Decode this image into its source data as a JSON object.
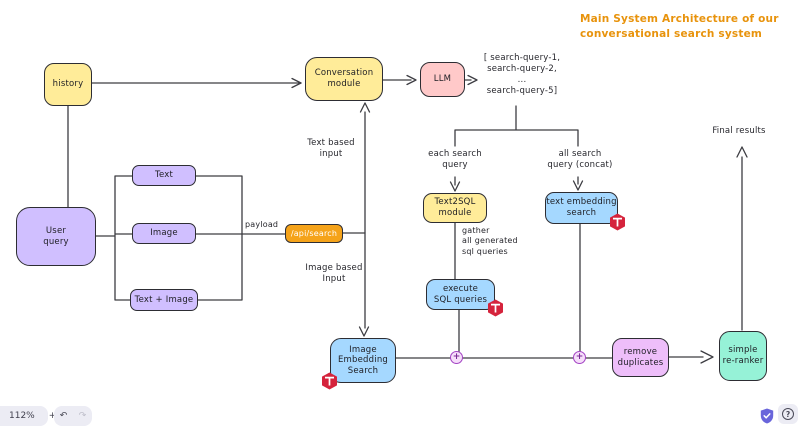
{
  "title": {
    "text": "Main System Architecture of our\nconversational search system",
    "color": "#e8930c"
  },
  "nodes": {
    "history": {
      "label": "history",
      "fill": "#ffec99"
    },
    "conversation": {
      "label": "Conversation\nmodule",
      "fill": "#ffec99"
    },
    "llm": {
      "label": "LLM",
      "fill": "#ffc9c9"
    },
    "user_query": {
      "label": "User\nquery",
      "fill": "#d0bfff"
    },
    "text": {
      "label": "Text",
      "fill": "#d0bfff"
    },
    "image": {
      "label": "Image",
      "fill": "#d0bfff"
    },
    "text_image": {
      "label": "Text + Image",
      "fill": "#d0bfff"
    },
    "api_search": {
      "label": "/api/search",
      "fill": "#f5a31a"
    },
    "text2sql": {
      "label": "Text2SQL\nmodule",
      "fill": "#ffec99"
    },
    "text_embedding": {
      "label": "text embedding\nsearch",
      "fill": "#a5d8ff",
      "badge": "tidb"
    },
    "execute_sql": {
      "label": "execute\nSQL queries",
      "fill": "#a5d8ff",
      "badge": "tidb"
    },
    "image_embedding": {
      "label": "Image\nEmbedding\nSearch",
      "fill": "#a5d8ff",
      "badge": "tidb"
    },
    "remove_duplicates": {
      "label": "remove\nduplicates",
      "fill": "#eebefa"
    },
    "reranker": {
      "label": "simple\nre-ranker",
      "fill": "#96f2d7"
    }
  },
  "labels": {
    "query_list": "[ search-query-1,\nsearch-query-2,\n...\nsearch-query-5]",
    "payload": "payload",
    "text_based_input": "Text based\ninput",
    "image_based_input": "Image based\nInput",
    "each_search_query": "each search\nquery",
    "all_search_query": "all search\nquery (concat)",
    "gather_sql": "gather\nall generated\nsql queries",
    "final_results": "Final results"
  },
  "junctions": {
    "plus": "+"
  },
  "ui": {
    "zoom_level": "112%",
    "zoom_in": "+",
    "undo": "↶",
    "redo": "↷",
    "help": "?"
  },
  "palette": {
    "yellow": "#ffec99",
    "pink": "#ffc9c9",
    "violet": "#d0bfff",
    "orange": "#f5a31a",
    "blue": "#a5d8ff",
    "magenta": "#eebefa",
    "green": "#96f2d7",
    "stroke": "#2d2d33",
    "title_orange": "#e8930c",
    "tidb_red": "#d5233c",
    "ui_indigo": "#6965db"
  }
}
